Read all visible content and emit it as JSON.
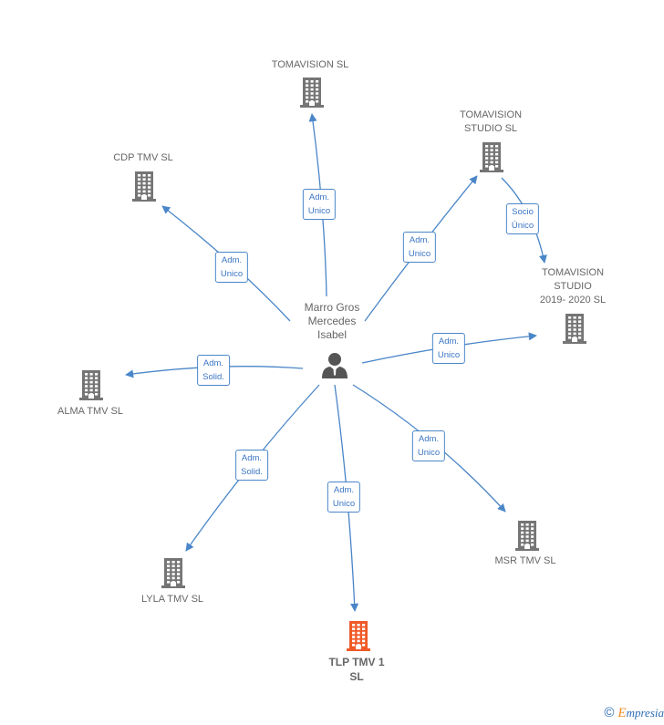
{
  "colors": {
    "building": "#757575",
    "building_focus": "#f05a28",
    "edge": "#4a86c8",
    "edge_label": "#3a75c4",
    "person": "#555555"
  },
  "person": {
    "label": "Marro Gros\nMercedes\nIsabel",
    "icon": "person-icon"
  },
  "companies": [
    {
      "id": "tomavision-sl",
      "label": "TOMAVISION SL",
      "icon": "building-icon"
    },
    {
      "id": "cdp-tmv-sl",
      "label": "CDP TMV  SL",
      "icon": "building-icon"
    },
    {
      "id": "tomavision-studio-sl",
      "label": "TOMAVISION\nSTUDIO  SL",
      "icon": "building-icon"
    },
    {
      "id": "tomavision-studio-2019",
      "label": "TOMAVISION\nSTUDIO\n2019- 2020  SL",
      "icon": "building-icon"
    },
    {
      "id": "alma-tmv-sl",
      "label": "ALMA TMV  SL",
      "icon": "building-icon"
    },
    {
      "id": "msr-tmv-sl",
      "label": "MSR TMV  SL",
      "icon": "building-icon"
    },
    {
      "id": "lyla-tmv-sl",
      "label": "LYLA TMV  SL",
      "icon": "building-icon"
    },
    {
      "id": "tlp-tmv-1-sl",
      "label": "TLP TMV 1\nSL",
      "icon": "building-icon",
      "focus": true
    }
  ],
  "edges": [
    {
      "from": "person",
      "to": "tomavision-sl",
      "label": "Adm.\nUnico"
    },
    {
      "from": "person",
      "to": "cdp-tmv-sl",
      "label": "Adm.\nUnico"
    },
    {
      "from": "person",
      "to": "tomavision-studio-sl",
      "label": "Adm.\nUnico"
    },
    {
      "from": "tomavision-studio-sl",
      "to": "tomavision-studio-2019",
      "label": "Socio\nÚnico"
    },
    {
      "from": "person",
      "to": "tomavision-studio-2019",
      "label": "Adm.\nUnico"
    },
    {
      "from": "person",
      "to": "alma-tmv-sl",
      "label": "Adm.\nSolid."
    },
    {
      "from": "person",
      "to": "msr-tmv-sl",
      "label": "Adm.\nUnico"
    },
    {
      "from": "person",
      "to": "lyla-tmv-sl",
      "label": "Adm.\nSolid."
    },
    {
      "from": "person",
      "to": "tlp-tmv-1-sl",
      "label": "Adm.\nUnico"
    }
  ],
  "footer": {
    "copyright_symbol": "©",
    "brand_initial": "E",
    "brand_rest": "mpresia"
  }
}
